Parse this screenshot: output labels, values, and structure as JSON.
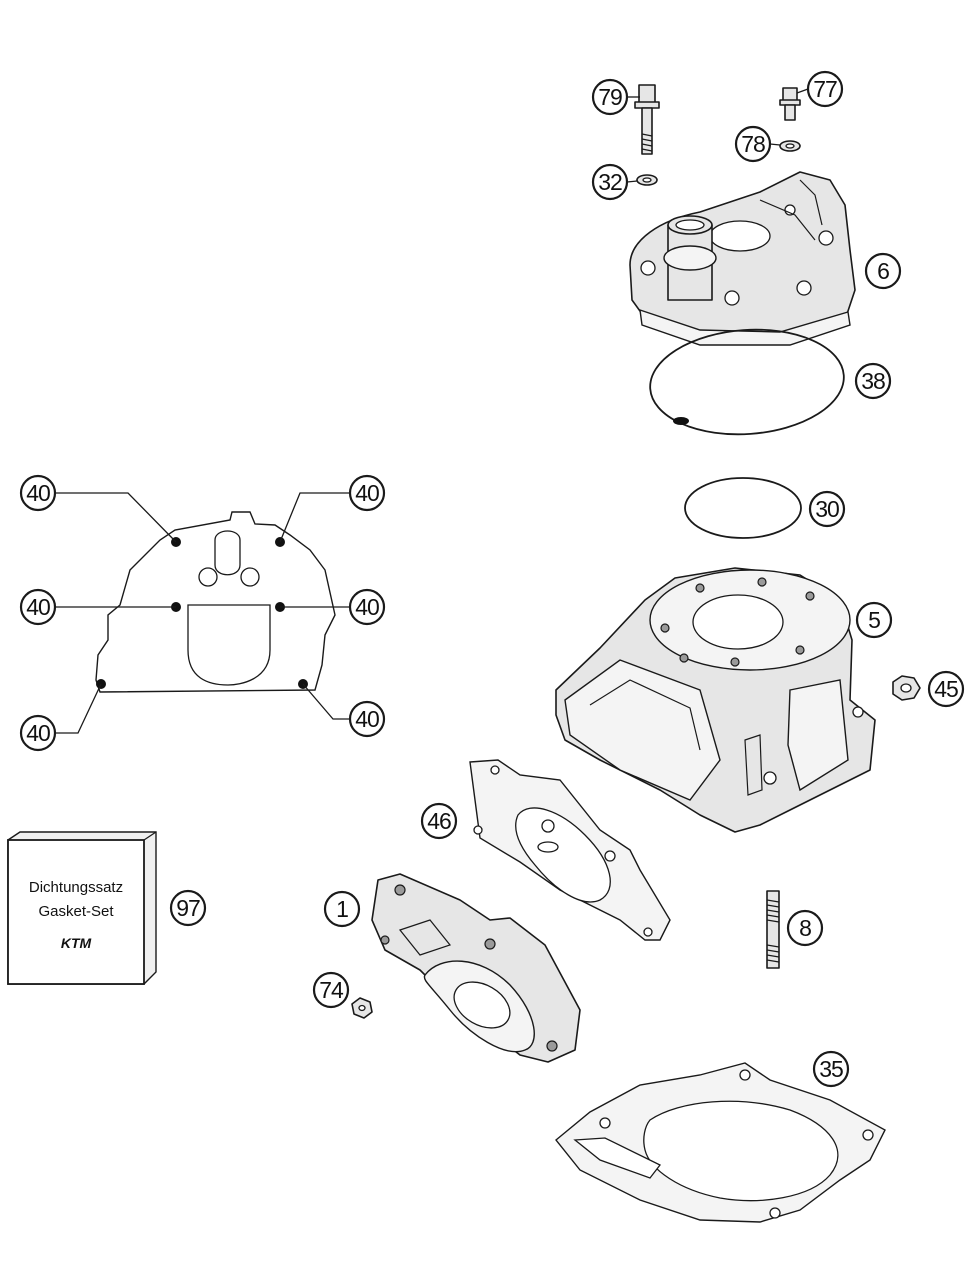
{
  "callouts": {
    "c79": "79",
    "c77": "77",
    "c78": "78",
    "c32": "32",
    "c6": "6",
    "c38": "38",
    "c30": "30",
    "c5": "5",
    "c45": "45",
    "c40a": "40",
    "c40b": "40",
    "c40c": "40",
    "c40d": "40",
    "c40e": "40",
    "c40f": "40",
    "c46": "46",
    "c97": "97",
    "c1": "1",
    "c74": "74",
    "c8": "8",
    "c35": "35"
  },
  "gasket_set_box": {
    "line1": "Dichtungssatz",
    "line2": "Gasket-Set",
    "logo": "KTM"
  }
}
